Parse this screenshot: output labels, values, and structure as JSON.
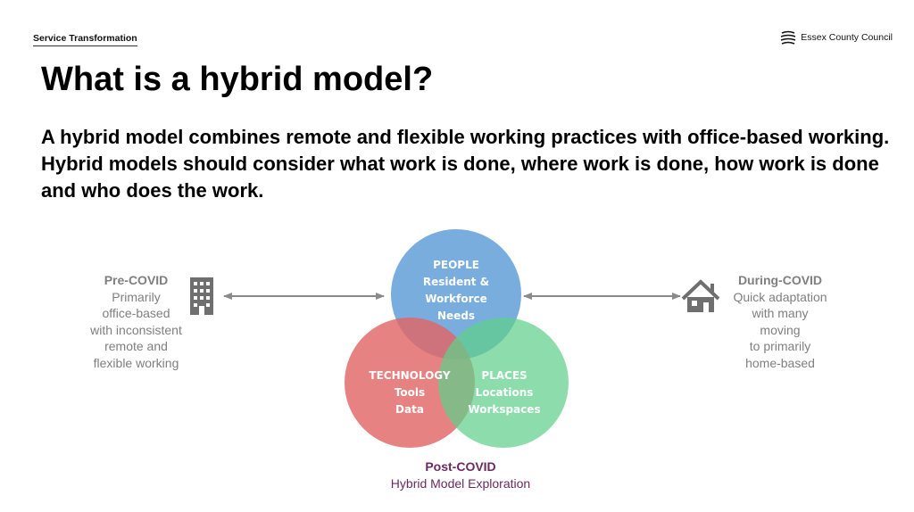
{
  "header": {
    "section": "Service Transformation",
    "brand": "Essex County Council"
  },
  "title": "What is a hybrid model?",
  "lead": "A hybrid model combines remote and flexible working practices with office-based working. Hybrid models should consider what work is done, where work is done, how work is done and who does the work.",
  "pre_covid": {
    "heading": "Pre-COVID",
    "lines": [
      "Primarily",
      "office-based",
      "with inconsistent",
      "remote and",
      "flexible working"
    ]
  },
  "during_covid": {
    "heading": "During-COVID",
    "lines": [
      "Quick adaptation",
      "with many",
      "moving",
      "to primarily",
      "home-based"
    ]
  },
  "venn": {
    "people": {
      "lines": [
        "PEOPLE",
        "Resident &",
        "Workforce",
        "Needs"
      ],
      "color": "#5b9bd5"
    },
    "technology": {
      "lines": [
        "TECHNOLOGY",
        "Tools",
        "Data"
      ],
      "color": "#e06666"
    },
    "places": {
      "lines": [
        "PLACES",
        "Locations",
        "Workspaces"
      ],
      "color": "#5fd08a"
    }
  },
  "post_covid": {
    "heading": "Post-COVID",
    "subheading": "Hybrid Model Exploration"
  },
  "icons": {
    "left": "office-building-icon",
    "right": "house-icon",
    "icon_color": "#6f6f6f",
    "arrow_color": "#8a8a8a"
  }
}
